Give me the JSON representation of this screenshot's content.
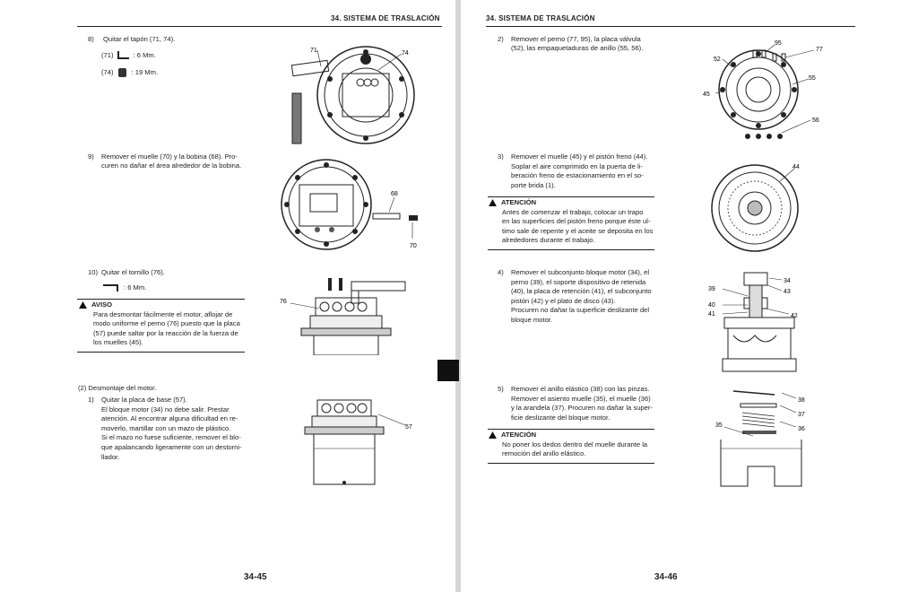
{
  "header": {
    "title": "34. SISTEMA DE TRASLACIÓN"
  },
  "left": {
    "step8": {
      "num": "8)",
      "text": "Quitar el tapón (71, 74).",
      "line71_ref": "(71)",
      "line71_val": ": 6 Mm.",
      "line74_ref": "(74)",
      "line74_val": ": 19 Mm."
    },
    "step9": {
      "num": "9)",
      "line1": "Remover el muelle (70) y la bobina (68). Pro-",
      "line2": "curen no dañar el área alrededor de la bobina."
    },
    "step10": {
      "num": "10)",
      "text": "Quitar el tornillo (76).",
      "val": ": 6 Mm."
    },
    "aviso": {
      "title": "AVISO",
      "lines": [
        "Para desmontar fácilmente el motor, aflojar de",
        "modo uniforme el perno (76) puesto que la placa",
        "(57) puede saltar por la reacción de la fuerza de",
        "los muelles (45)."
      ]
    },
    "section2": {
      "title": "(2)  Desmontaje del motor.",
      "num": "1)",
      "lines": [
        "Quitar la placa de base (57).",
        "El bloque motor (34) no debe salir. Prestar",
        "atención. Al encontrar alguna dificultad en re-",
        "moverlo, martillar con un mazo de plástico.",
        "Si el mazo no fuese suficiente, remover el blo-",
        "que apalancando ligeramente con un destorni-",
        "llador."
      ]
    },
    "labels": {
      "l71": "71",
      "l74": "74",
      "l68": "68",
      "l70": "70",
      "l76": "76",
      "l57": "57"
    },
    "page_number": "34-45"
  },
  "right": {
    "step2": {
      "num": "2)",
      "lines": [
        "Remover el perno (77, 95), la placa válvula",
        "(52), las empaquetaduras de anillo (55, 56)."
      ]
    },
    "step3": {
      "num": "3)",
      "lines": [
        "Remover el muelle (45) y el pistón freno (44).",
        "Soplar el aire comprimido en la puerta de li-",
        "beración freno de estacionamiento en el so-",
        "porte brida (1)."
      ]
    },
    "atencion1": {
      "title": "ATENCIÓN",
      "lines": [
        "Antes de comenzar el trabajo, colocar un trapo",
        "en las superficies del pistón freno porque éste ul-",
        "timo sale de repente y el aceite se deposita en los",
        "alrededores durante el trabajo."
      ]
    },
    "step4": {
      "num": "4)",
      "lines": [
        "Remover el subconjunto bloque motor (34), el",
        "perno (39), el soporte dispositivo de retenida",
        "(40), la placa de retención (41), el subconjunto",
        "pistón (42) y el plato de disco (43).",
        "Procuren no dañar la superficie deslizante del",
        "bloque motor."
      ]
    },
    "step5": {
      "num": "5)",
      "lines": [
        "Remover el anillo elástico (38) con las pinzas.",
        "Remover el asiento muelle (35), el muelle (36)",
        "y la arandela (37). Procuren no dañar la super-",
        "ficie deslizante del bloque motor."
      ]
    },
    "atencion2": {
      "title": "ATENCIÓN",
      "lines": [
        "No poner los dedos dentro del muelle durante la",
        "remoción del anillo elástico."
      ]
    },
    "labels": {
      "l95": "95",
      "l77": "77",
      "l52": "52",
      "l55": "55",
      "l45": "45",
      "l56": "56",
      "l44": "44",
      "l34": "34",
      "l39": "39",
      "l43": "43",
      "l40": "40",
      "l41": "41",
      "l42": "42",
      "l38": "38",
      "l37": "37",
      "l36": "36",
      "l35": "35"
    },
    "page_number": "34-46"
  }
}
